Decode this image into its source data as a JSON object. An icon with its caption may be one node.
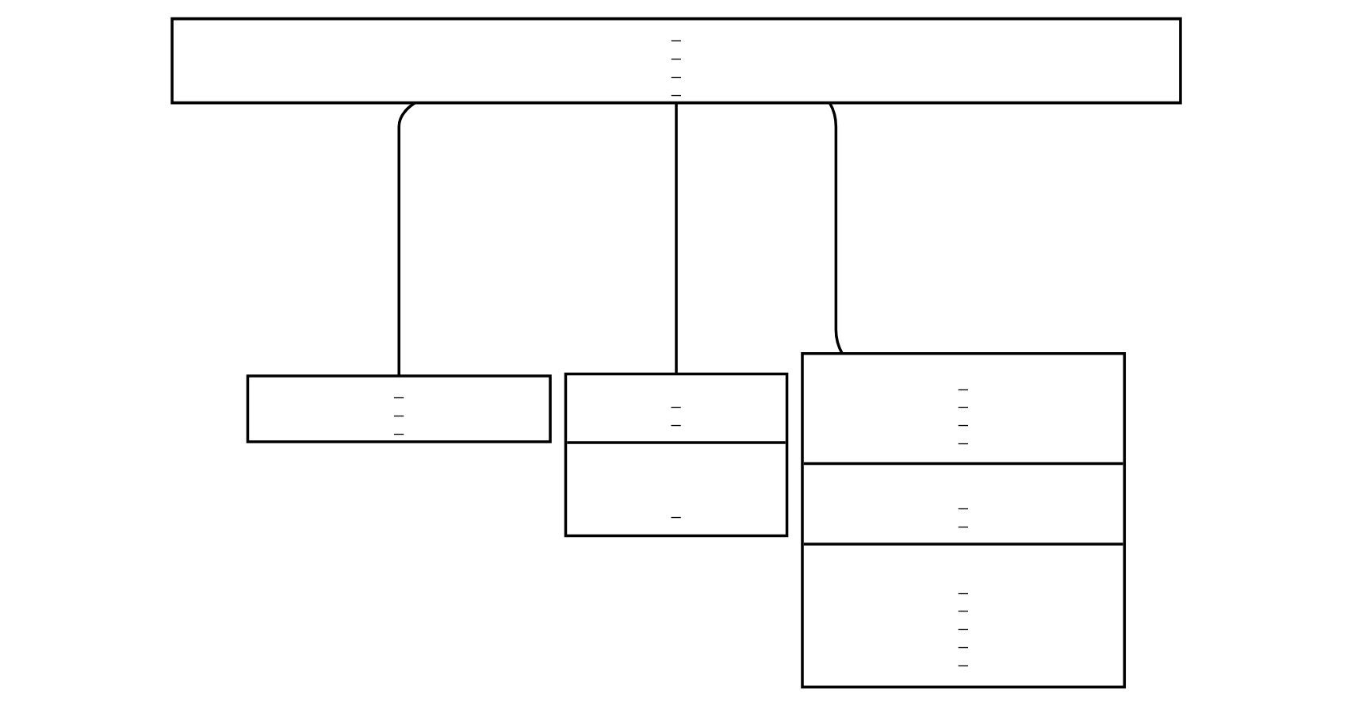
{
  "diagram": {
    "nodes": [
      {
        "text": [
          "_",
          "_",
          "_",
          "_"
        ]
      },
      {
        "text": [
          "_",
          "_",
          "_"
        ]
      },
      {
        "text": [],
        "shape": "box"
      },
      {
        "text": [
          "_",
          "_"
        ],
        "in": 2
      },
      {
        "text": [
          "_"
        ],
        "in": 2
      },
      {
        "text": [],
        "shape": "box"
      },
      {
        "text": [
          "_",
          "_",
          "_",
          "_"
        ],
        "in": 5
      },
      {
        "text": [
          "_",
          "_"
        ],
        "in": 5
      },
      {
        "text": [
          "_",
          "_",
          "_",
          "_",
          "_"
        ],
        "in": 5
      }
    ],
    "edges": [
      {
        "from": 0,
        "to": 1,
        "arrow": "none"
      },
      {
        "from": 0,
        "to": 2,
        "arrow": "none"
      },
      {
        "from": 0,
        "to": 5,
        "arrow": "none"
      }
    ]
  }
}
